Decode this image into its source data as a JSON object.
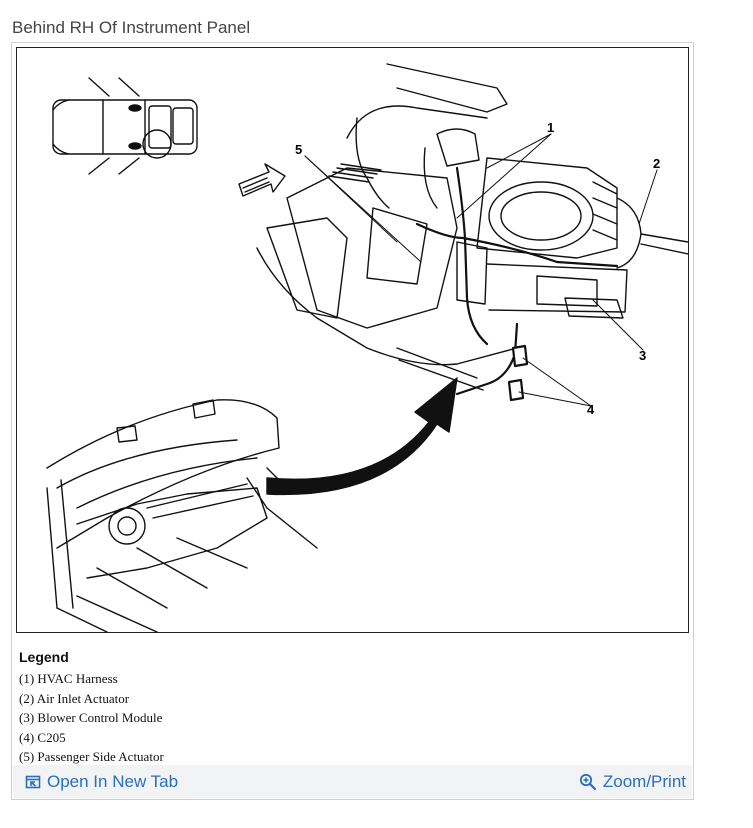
{
  "caption": "Behind RH Of Instrument Panel",
  "diagram": {
    "callouts": [
      "1",
      "2",
      "3",
      "4",
      "5"
    ]
  },
  "legend": {
    "title": "Legend",
    "items": [
      "(1) HVAC Harness",
      "(2) Air Inlet Actuator",
      "(3) Blower Control Module",
      "(4) C205",
      "(5) Passenger Side Actuator"
    ]
  },
  "footer": {
    "open_tab_label": "Open In New Tab",
    "zoom_label": "Zoom/Print",
    "link_color": "#2a6fbd"
  },
  "icons": {
    "open_tab": "open-new-tab-icon",
    "zoom": "magnifier-plus-icon"
  }
}
